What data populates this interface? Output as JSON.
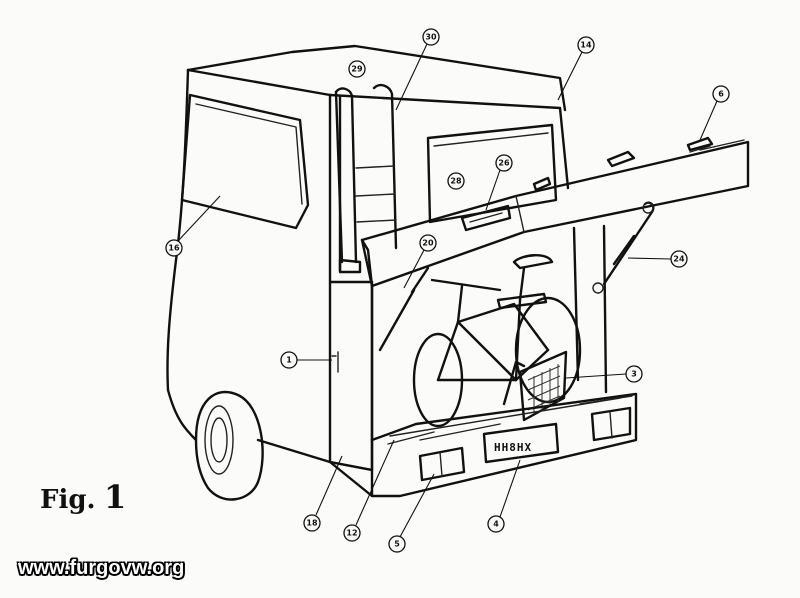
{
  "figure": {
    "label_word": "Fig.",
    "label_number": "1"
  },
  "plate": {
    "text": "HH8HX"
  },
  "watermark": {
    "text": "www.furgovw.org"
  },
  "callouts": [
    {
      "id": "c29",
      "text": "29"
    },
    {
      "id": "c30",
      "text": "30"
    },
    {
      "id": "c14",
      "text": "14"
    },
    {
      "id": "c6",
      "text": "6"
    },
    {
      "id": "c26",
      "text": "26"
    },
    {
      "id": "c28",
      "text": "28"
    },
    {
      "id": "c20",
      "text": "20"
    },
    {
      "id": "c16",
      "text": "16"
    },
    {
      "id": "c24",
      "text": "24"
    },
    {
      "id": "c1",
      "text": "1"
    },
    {
      "id": "c3",
      "text": "3"
    },
    {
      "id": "c18",
      "text": "18"
    },
    {
      "id": "c12",
      "text": "12"
    },
    {
      "id": "c5",
      "text": "5"
    },
    {
      "id": "c4",
      "text": "4"
    }
  ]
}
